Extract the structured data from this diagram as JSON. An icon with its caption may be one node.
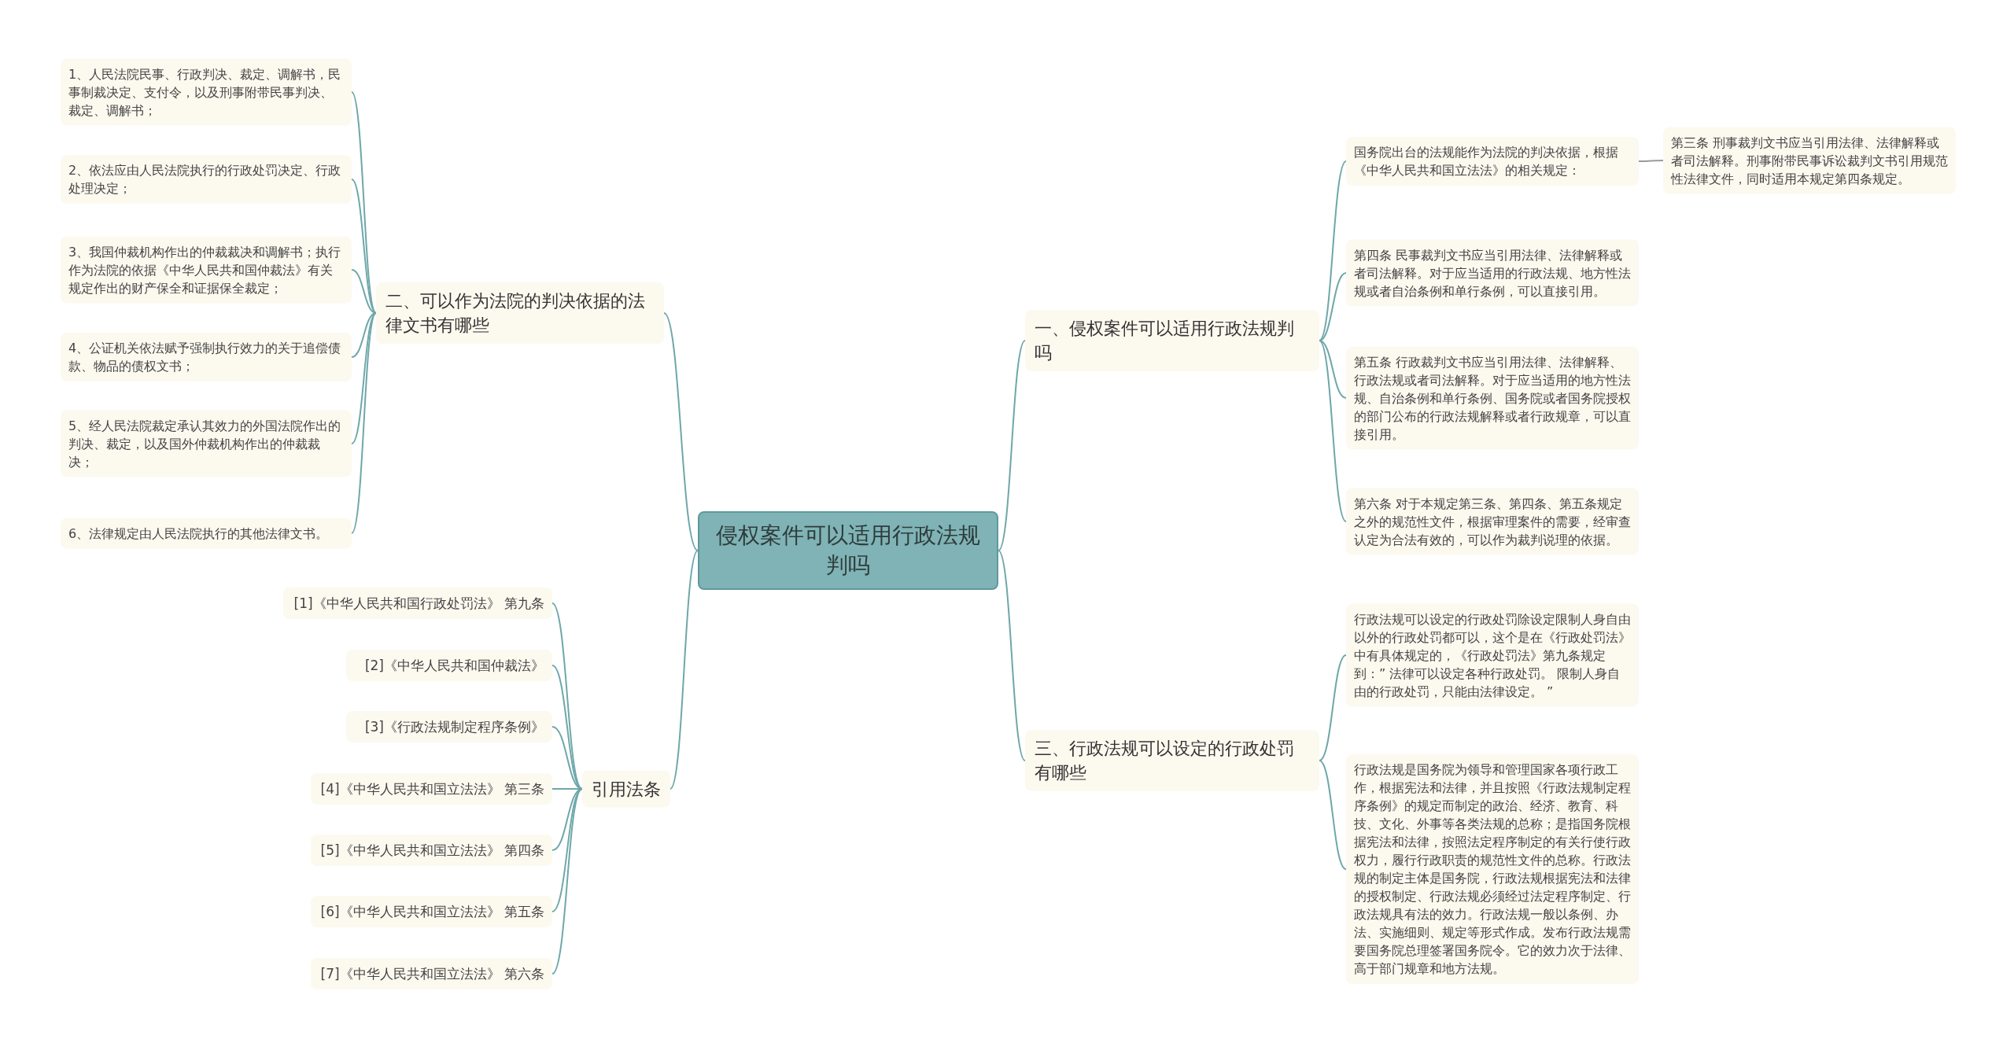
{
  "diagram": {
    "nodes": [
      {
        "text": [
          "侵权案件可以适用行政法规判吗"
        ]
      },
      {
        "text": [
          "二、可以作为法院的判决依据的法律文书有哪些"
        ]
      },
      {
        "text": [
          "1、人民法院民事、行政判决、裁定、调解书，民事制裁决定、支付令，以及刑事附带民事判决、裁定、调解书；"
        ]
      },
      {
        "text": [
          "2、依法应由人民法院执行的行政处罚决定、行政处理决定；"
        ]
      },
      {
        "text": [
          "3、我国仲裁机构作出的仲裁裁决和调解书；执行作为法院的依据《中华人民共和国仲裁法》有关规定作出的财产保全和证据保全裁定；"
        ]
      },
      {
        "text": [
          "4、公证机关依法赋予强制执行效力的关于追偿债款、物品的债权文书；"
        ]
      },
      {
        "text": [
          "5、经人民法院裁定承认其效力的外国法院作出的判决、裁定，以及国外仲裁机构作出的仲裁裁决；"
        ]
      },
      {
        "text": [
          "6、法律规定由人民法院执行的其他法律文书。"
        ]
      },
      {
        "text": [
          "引用法条"
        ]
      },
      {
        "text": [
          "[1]《中华人民共和国行政处罚法》 第九条"
        ]
      },
      {
        "text": [
          "[2]《中华人民共和国仲裁法》"
        ]
      },
      {
        "text": [
          "[3]《行政法规制定程序条例》"
        ]
      },
      {
        "text": [
          "[4]《中华人民共和国立法法》 第三条"
        ]
      },
      {
        "text": [
          "[5]《中华人民共和国立法法》 第四条"
        ]
      },
      {
        "text": [
          "[6]《中华人民共和国立法法》 第五条"
        ]
      },
      {
        "text": [
          "[7]《中华人民共和国立法法》 第六条"
        ]
      },
      {
        "text": [
          "一、侵权案件可以适用行政法规判吗"
        ]
      },
      {
        "text": [
          "国务院出台的法规能作为法院的判决依据，根据《中华人民共和国立法法》的相关规定："
        ]
      },
      {
        "text": [
          "第三条 刑事裁判文书应当引用法律、法律解释或者司法解释。刑事附带民事诉讼裁判文书引用规范性法律文件，同时适用本规定第四条规定。"
        ]
      },
      {
        "text": [
          "第四条 民事裁判文书应当引用法律、法律解释或者司法解释。对于应当适用的行政法规、地方性法规或者自治条例和单行条例，可以直接引用。"
        ]
      },
      {
        "text": [
          "第五条 行政裁判文书应当引用法律、法律解释、行政法规或者司法解释。对于应当适用的地方性法规、自治条例和单行条例、国务院或者国务院授权的部门公布的行政法规解释或者行政规章，可以直接引用。"
        ]
      },
      {
        "text": [
          "第六条 对于本规定第三条、第四条、第五条规定之外的规范性文件，根据审理案件的需要，经审查认定为合法有效的，可以作为裁判说理的依据。"
        ]
      },
      {
        "text": [
          "三、行政法规可以设定的行政处罚有哪些"
        ]
      },
      {
        "text": [
          "行政法规可以设定的行政处罚除设定限制人身自由以外的行政处罚都可以，这个是在《行政处罚法》中有具体规定的，《行政处罚法》第九条规定到：” 法律可以设定各种行政处罚。 限制人身自由的行政处罚，只能由法律设定。 ”"
        ]
      },
      {
        "text": [
          "行政法规是国务院为领导和管理国家各项行政工作，根据宪法和法律，并且按照《行政法规制定程序条例》的规定而制定的政治、经济、教育、科技、文化、外事等各类法规的总称；是指国务院根据宪法和法律，按照法定程序制定的有关行使行政权力，履行行政职责的规范性文件的总称。行政法规的制定主体是国务院，行政法规根据宪法和法律的授权制定、行政法规必须经过法定程序制定、行政法规具有法的效力。行政法规一般以条例、办法、实施细则、规定等形式作成。发布行政法规需要国务院总理签署国务院令。它的效力次于法律、高于部门规章和地方法规。"
        ]
      }
    ],
    "edges": [
      {
        "from": 0,
        "to": 16,
        "arrow": "none"
      },
      {
        "from": 0,
        "to": 22,
        "arrow": "none"
      },
      {
        "from": 0,
        "to": 1,
        "arrow": "none"
      },
      {
        "from": 0,
        "to": 8,
        "arrow": "none"
      },
      {
        "from": 1,
        "to": 2,
        "arrow": "none"
      },
      {
        "from": 1,
        "to": 3,
        "arrow": "none"
      },
      {
        "from": 1,
        "to": 4,
        "arrow": "none"
      },
      {
        "from": 1,
        "to": 5,
        "arrow": "none"
      },
      {
        "from": 1,
        "to": 6,
        "arrow": "none"
      },
      {
        "from": 1,
        "to": 7,
        "arrow": "none"
      },
      {
        "from": 8,
        "to": 9,
        "arrow": "none"
      },
      {
        "from": 8,
        "to": 10,
        "arrow": "none"
      },
      {
        "from": 8,
        "to": 11,
        "arrow": "none"
      },
      {
        "from": 8,
        "to": 12,
        "arrow": "none"
      },
      {
        "from": 8,
        "to": 13,
        "arrow": "none"
      },
      {
        "from": 8,
        "to": 14,
        "arrow": "none"
      },
      {
        "from": 8,
        "to": 15,
        "arrow": "none"
      },
      {
        "from": 16,
        "to": 17,
        "arrow": "none"
      },
      {
        "from": 17,
        "to": 18,
        "arrow": "none",
        "color": "#9a9a9a"
      },
      {
        "from": 16,
        "to": 19,
        "arrow": "none"
      },
      {
        "from": 16,
        "to": 20,
        "arrow": "none"
      },
      {
        "from": 16,
        "to": 21,
        "arrow": "none"
      },
      {
        "from": 22,
        "to": 23,
        "arrow": "none"
      },
      {
        "from": 22,
        "to": 24,
        "arrow": "none"
      }
    ]
  }
}
